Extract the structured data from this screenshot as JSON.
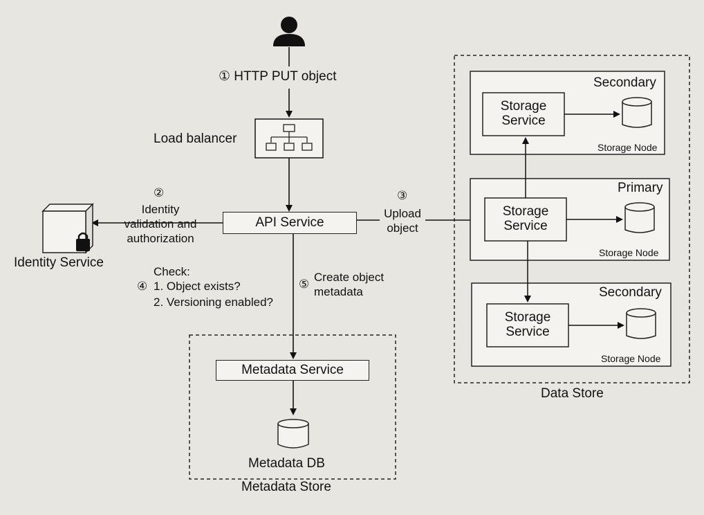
{
  "client": {
    "step1": "① HTTP PUT object"
  },
  "load_balancer": {
    "label": "Load balancer"
  },
  "identity": {
    "step_num": "②",
    "step_text": [
      "Identity",
      "validation and",
      "authorization"
    ],
    "label": "Identity Service"
  },
  "api": {
    "label": "API Service"
  },
  "upload": {
    "step_num": "③",
    "text": [
      "Upload",
      "object"
    ]
  },
  "check": {
    "title": "Check:",
    "step_num": "④",
    "items": [
      "1. Object exists?",
      "2. Versioning enabled?"
    ]
  },
  "create": {
    "step_num": "⑤",
    "text": [
      "Create object",
      "metadata"
    ]
  },
  "metadata_store": {
    "service": "Metadata Service",
    "db": "Metadata DB",
    "label": "Metadata Store"
  },
  "data_store": {
    "label": "Data Store",
    "nodes": [
      {
        "role": "Secondary",
        "service": [
          "Storage",
          "Service"
        ],
        "node": "Storage Node"
      },
      {
        "role": "Primary",
        "service": [
          "Storage",
          "Service"
        ],
        "node": "Storage Node"
      },
      {
        "role": "Secondary",
        "service": [
          "Storage",
          "Service"
        ],
        "node": "Storage Node"
      }
    ]
  }
}
